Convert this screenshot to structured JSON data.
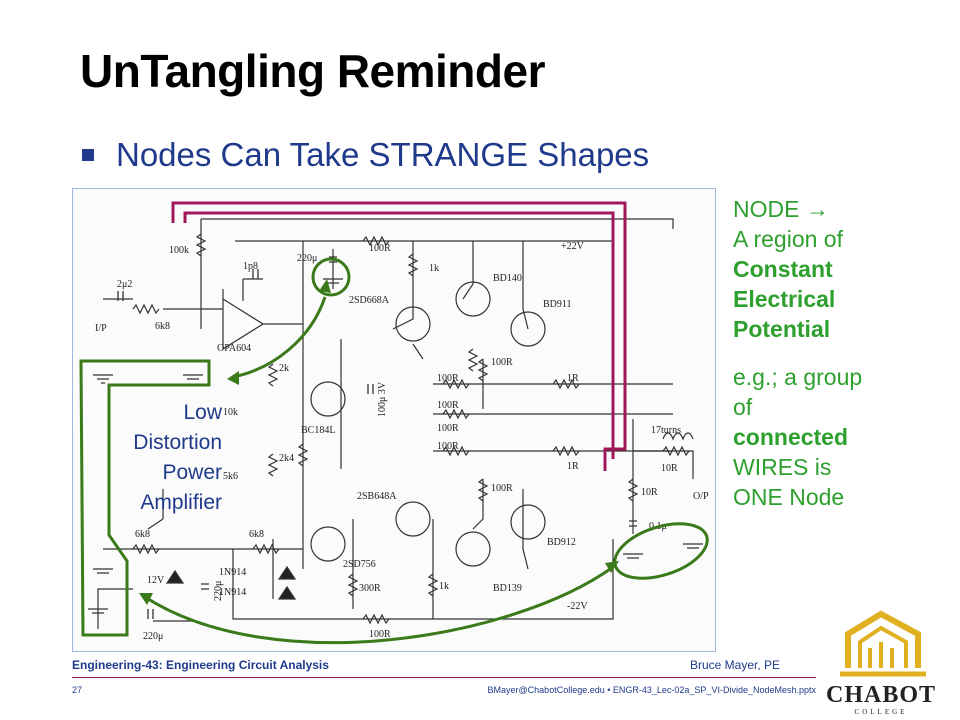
{
  "slide": {
    "title": "UnTangling Reminder",
    "bullet": "Nodes Can Take STRANGE Shapes"
  },
  "side_note": {
    "line1": "NODE →",
    "line2": "A region of",
    "line3": "Constant",
    "line4": "Electrical",
    "line5": "Potential",
    "line6": "e.g.; a group",
    "line7": "of",
    "line8": "connected",
    "line9": "WIRES is",
    "line10": "ONE Node"
  },
  "amp_label": {
    "line1": "Low",
    "line2": "Distortion",
    "line3": "Power",
    "line4": "Amplifier"
  },
  "schematic": {
    "labels": {
      "r100k": "100k",
      "c2u2": "2μ2",
      "r6k8_in": "6k8",
      "ip": "I/P",
      "c1p8": "1p8",
      "c220u_top": "220μ",
      "r100r_top": "100R",
      "v22p": "+22V",
      "r1k_top": "1k",
      "q2sd668a": "2SD668A",
      "bd140": "BD140",
      "bd911": "BD911",
      "opa604": "OPA604",
      "r2k": "2k",
      "r100r_mid": "100R",
      "r100r_a": "100R",
      "r100r_b": "100R",
      "r100r_c": "100R",
      "r100r_d": "100R",
      "r1r_a": "1R",
      "r1r_b": "1R",
      "c100u": "100μ 3V",
      "r10k": "10k",
      "bc184l": "BC184L",
      "r2k4": "2k4",
      "r5k6": "5k6",
      "turns": "17turns",
      "r10r_a": "10R",
      "r10r_b": "10R",
      "op": "O/P",
      "c01u": "0.1μ",
      "q2sb648a": "2SB648A",
      "r100r_low": "100R",
      "bd912": "BD912",
      "r6k8_fb": "6k8",
      "r6k8_b": "6k8",
      "q2sd756": "2SD756",
      "d1n914a": "1N914",
      "d1n914b": "1N914",
      "v12": "12V",
      "c220u_low": "220μ",
      "r300r": "300R",
      "r1k_low": "1k",
      "bd139": "BD139",
      "v22n": "-22V",
      "c220u_bot": "220μ",
      "r100r_bot": "100R"
    }
  },
  "footer": {
    "course": "Engineering-43: Engineering Circuit Analysis",
    "author": "Bruce Mayer, PE",
    "page": "27",
    "file": "BMayer@ChabotCollege.edu  •  ENGR-43_Lec-02a_SP_VI-Divide_NodeMesh.pptx"
  },
  "logo": {
    "word": "CHABOT",
    "sub": "COLLEGE"
  },
  "colors": {
    "title": "#000000",
    "accent_blue": "#1f3a8a",
    "node_green": "#2ea02e",
    "wire_magenta": "#a0185a",
    "arrow_green": "#3a7a1a",
    "logo_gold": "#e0b020"
  }
}
